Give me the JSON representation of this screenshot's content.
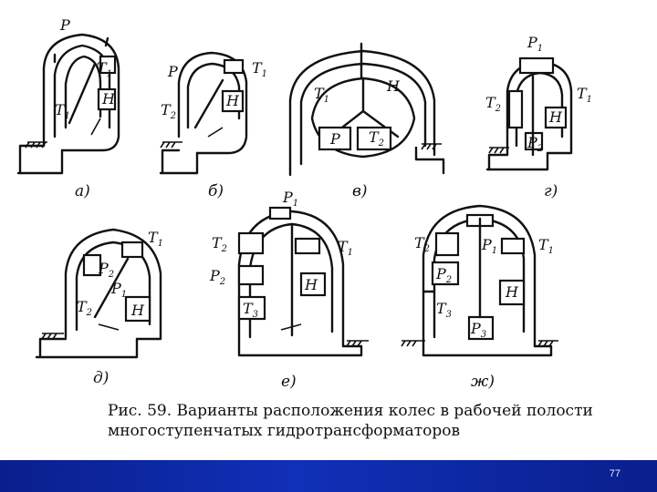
{
  "figure": {
    "variants": [
      {
        "letter": "а)",
        "labels": [
          "P",
          "T1",
          "T1",
          "H"
        ]
      },
      {
        "letter": "б)",
        "labels": [
          "P",
          "T1",
          "T2",
          "H"
        ]
      },
      {
        "letter": "в)",
        "labels": [
          "T1",
          "H",
          "P",
          "T2"
        ]
      },
      {
        "letter": "г)",
        "labels": [
          "P1",
          "T2",
          "T1",
          "H",
          "P2"
        ]
      },
      {
        "letter": "д)",
        "labels": [
          "T1",
          "P2",
          "P1",
          "T2",
          "H"
        ]
      },
      {
        "letter": "е)",
        "labels": [
          "P1",
          "T2",
          "T1",
          "P2",
          "H",
          "T3"
        ]
      },
      {
        "letter": "ж)",
        "labels": [
          "T2",
          "P1",
          "T1",
          "P2",
          "H",
          "T3",
          "P3"
        ]
      }
    ]
  },
  "caption": {
    "line1": "Рис. 59. Варианты расположения колес в рабочей полости",
    "line2": "многоступенчатых гидротрансформаторов"
  },
  "footer": {
    "page_number": "77",
    "bar_color": "#1030b8"
  }
}
